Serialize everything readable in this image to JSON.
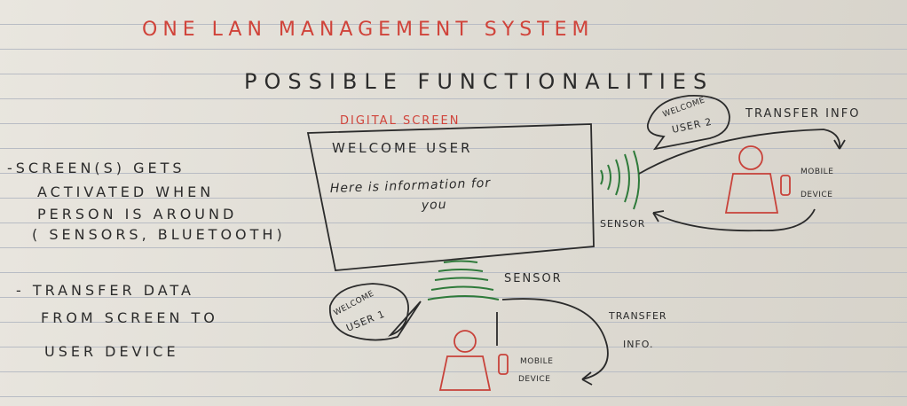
{
  "title": "ONE LAN MANAGEMENT SYSTEM",
  "subtitle": "POSSIBLE FUNCTIONALITIES",
  "screen": {
    "caption": "DIGITAL SCREEN",
    "welcome": "WELCOME USER",
    "info_line1": "Here is information for",
    "info_line2": "you"
  },
  "functionalities": [
    [
      "-SCREEN(S) GETS",
      "ACTIVATED WHEN",
      "PERSON IS AROUND",
      "( SENSORS, BLUETOOTH)"
    ],
    [
      "- TRANSFER DATA",
      "FROM SCREEN TO",
      "USER DEVICE"
    ]
  ],
  "sensor_labels": {
    "right": "SENSOR",
    "bottom": "SENSOR"
  },
  "user1": {
    "bubble_line1": "WELCOME",
    "bubble_line2": "USER 1",
    "device_line1": "MOBILE",
    "device_line2": "DEVICE",
    "transfer_line1": "TRANSFER",
    "transfer_line2": "INFO."
  },
  "user2": {
    "bubble_line1": "WELCOME",
    "bubble_line2": "USER 2",
    "device_line1": "MOBILE",
    "device_line2": "DEVICE",
    "transfer": "TRANSFER INFO"
  },
  "colors": {
    "ink": "#2b2b2b",
    "red": "#d0433a",
    "green": "#2e7a3a"
  }
}
